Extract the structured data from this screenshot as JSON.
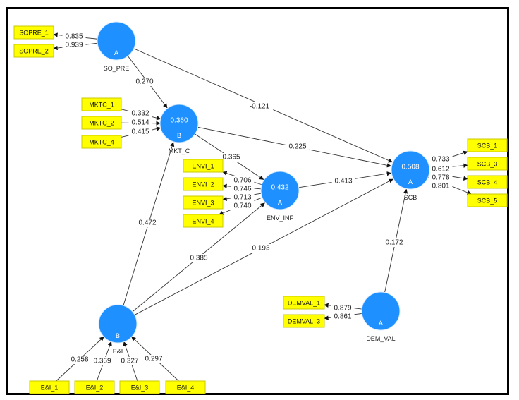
{
  "diagram": {
    "type": "PLS-SEM path model",
    "colors": {
      "latent": "#1e90ff",
      "indicator": "#ffff00",
      "edge": "#333333",
      "frame": "#000000"
    },
    "latent_variables": [
      {
        "id": "SO_PRE",
        "name": "SO_PRE",
        "r2": "",
        "mode": "A"
      },
      {
        "id": "MKT_C",
        "name": "MKT_C",
        "r2": "0.360",
        "mode": "B"
      },
      {
        "id": "ENV_INF",
        "name": "ENV_INF",
        "r2": "0.432",
        "mode": "A"
      },
      {
        "id": "SCB",
        "name": "SCB",
        "r2": "0.508",
        "mode": "A"
      },
      {
        "id": "E&I",
        "name": "E&I",
        "r2": "",
        "mode": "B"
      },
      {
        "id": "DEM_VAL",
        "name": "DEM_VAL",
        "r2": "",
        "mode": "A"
      }
    ],
    "indicators": [
      {
        "id": "SOPRE_1",
        "label": "SOPRE_1",
        "latent": "SO_PRE",
        "weight": "0.835",
        "direction": "out"
      },
      {
        "id": "SOPRE_2",
        "label": "SOPRE_2",
        "latent": "SO_PRE",
        "weight": "0.939",
        "direction": "out"
      },
      {
        "id": "MKTC_1",
        "label": "MKTC_1",
        "latent": "MKT_C",
        "weight": "0.332",
        "direction": "in"
      },
      {
        "id": "MKTC_2",
        "label": "MKTC_2",
        "latent": "MKT_C",
        "weight": "0.514",
        "direction": "in"
      },
      {
        "id": "MKTC_4",
        "label": "MKTC_4",
        "latent": "MKT_C",
        "weight": "0.415",
        "direction": "in"
      },
      {
        "id": "ENVI_1",
        "label": "ENVI_1",
        "latent": "ENV_INF",
        "weight": "0.706",
        "direction": "out"
      },
      {
        "id": "ENVI_2",
        "label": "ENVI_2",
        "latent": "ENV_INF",
        "weight": "0.746",
        "direction": "out"
      },
      {
        "id": "ENVI_3",
        "label": "ENVI_3",
        "latent": "ENV_INF",
        "weight": "0.713",
        "direction": "out"
      },
      {
        "id": "ENVI_4",
        "label": "ENVI_4",
        "latent": "ENV_INF",
        "weight": "0.740",
        "direction": "out"
      },
      {
        "id": "SCB_1",
        "label": "SCB_1",
        "latent": "SCB",
        "weight": "0.733",
        "direction": "out"
      },
      {
        "id": "SCB_3",
        "label": "SCB_3",
        "latent": "SCB",
        "weight": "0.612",
        "direction": "out"
      },
      {
        "id": "SCB_4",
        "label": "SCB_4",
        "latent": "SCB",
        "weight": "0.778",
        "direction": "out"
      },
      {
        "id": "SCB_5",
        "label": "SCB_5",
        "latent": "SCB",
        "weight": "0.801",
        "direction": "out"
      },
      {
        "id": "DEMVAL_1",
        "label": "DEMVAL_1",
        "latent": "DEM_VAL",
        "weight": "0.879",
        "direction": "out"
      },
      {
        "id": "DEMVAL_3",
        "label": "DEMVAL_3",
        "latent": "DEM_VAL",
        "weight": "0.861",
        "direction": "out"
      },
      {
        "id": "E&I_1",
        "label": "E&I_1",
        "latent": "E&I",
        "weight": "0.258",
        "direction": "in"
      },
      {
        "id": "E&I_2",
        "label": "E&I_2",
        "latent": "E&I",
        "weight": "0.369",
        "direction": "in"
      },
      {
        "id": "E&I_3",
        "label": "E&I_3",
        "latent": "E&I",
        "weight": "0.327",
        "direction": "in"
      },
      {
        "id": "E&I_4",
        "label": "E&I_4",
        "latent": "E&I",
        "weight": "0.297",
        "direction": "in"
      }
    ],
    "paths": [
      {
        "from": "SO_PRE",
        "to": "MKT_C",
        "coef": "0.270"
      },
      {
        "from": "SO_PRE",
        "to": "SCB",
        "coef": "-0.121"
      },
      {
        "from": "MKT_C",
        "to": "SCB",
        "coef": "0.225"
      },
      {
        "from": "MKT_C",
        "to": "ENV_INF",
        "coef": "0.365"
      },
      {
        "from": "ENV_INF",
        "to": "SCB",
        "coef": "0.413"
      },
      {
        "from": "E&I",
        "to": "MKT_C",
        "coef": "0.472"
      },
      {
        "from": "E&I",
        "to": "ENV_INF",
        "coef": "0.385"
      },
      {
        "from": "E&I",
        "to": "SCB",
        "coef": "0.193"
      },
      {
        "from": "DEM_VAL",
        "to": "SCB",
        "coef": "0.172"
      }
    ]
  }
}
